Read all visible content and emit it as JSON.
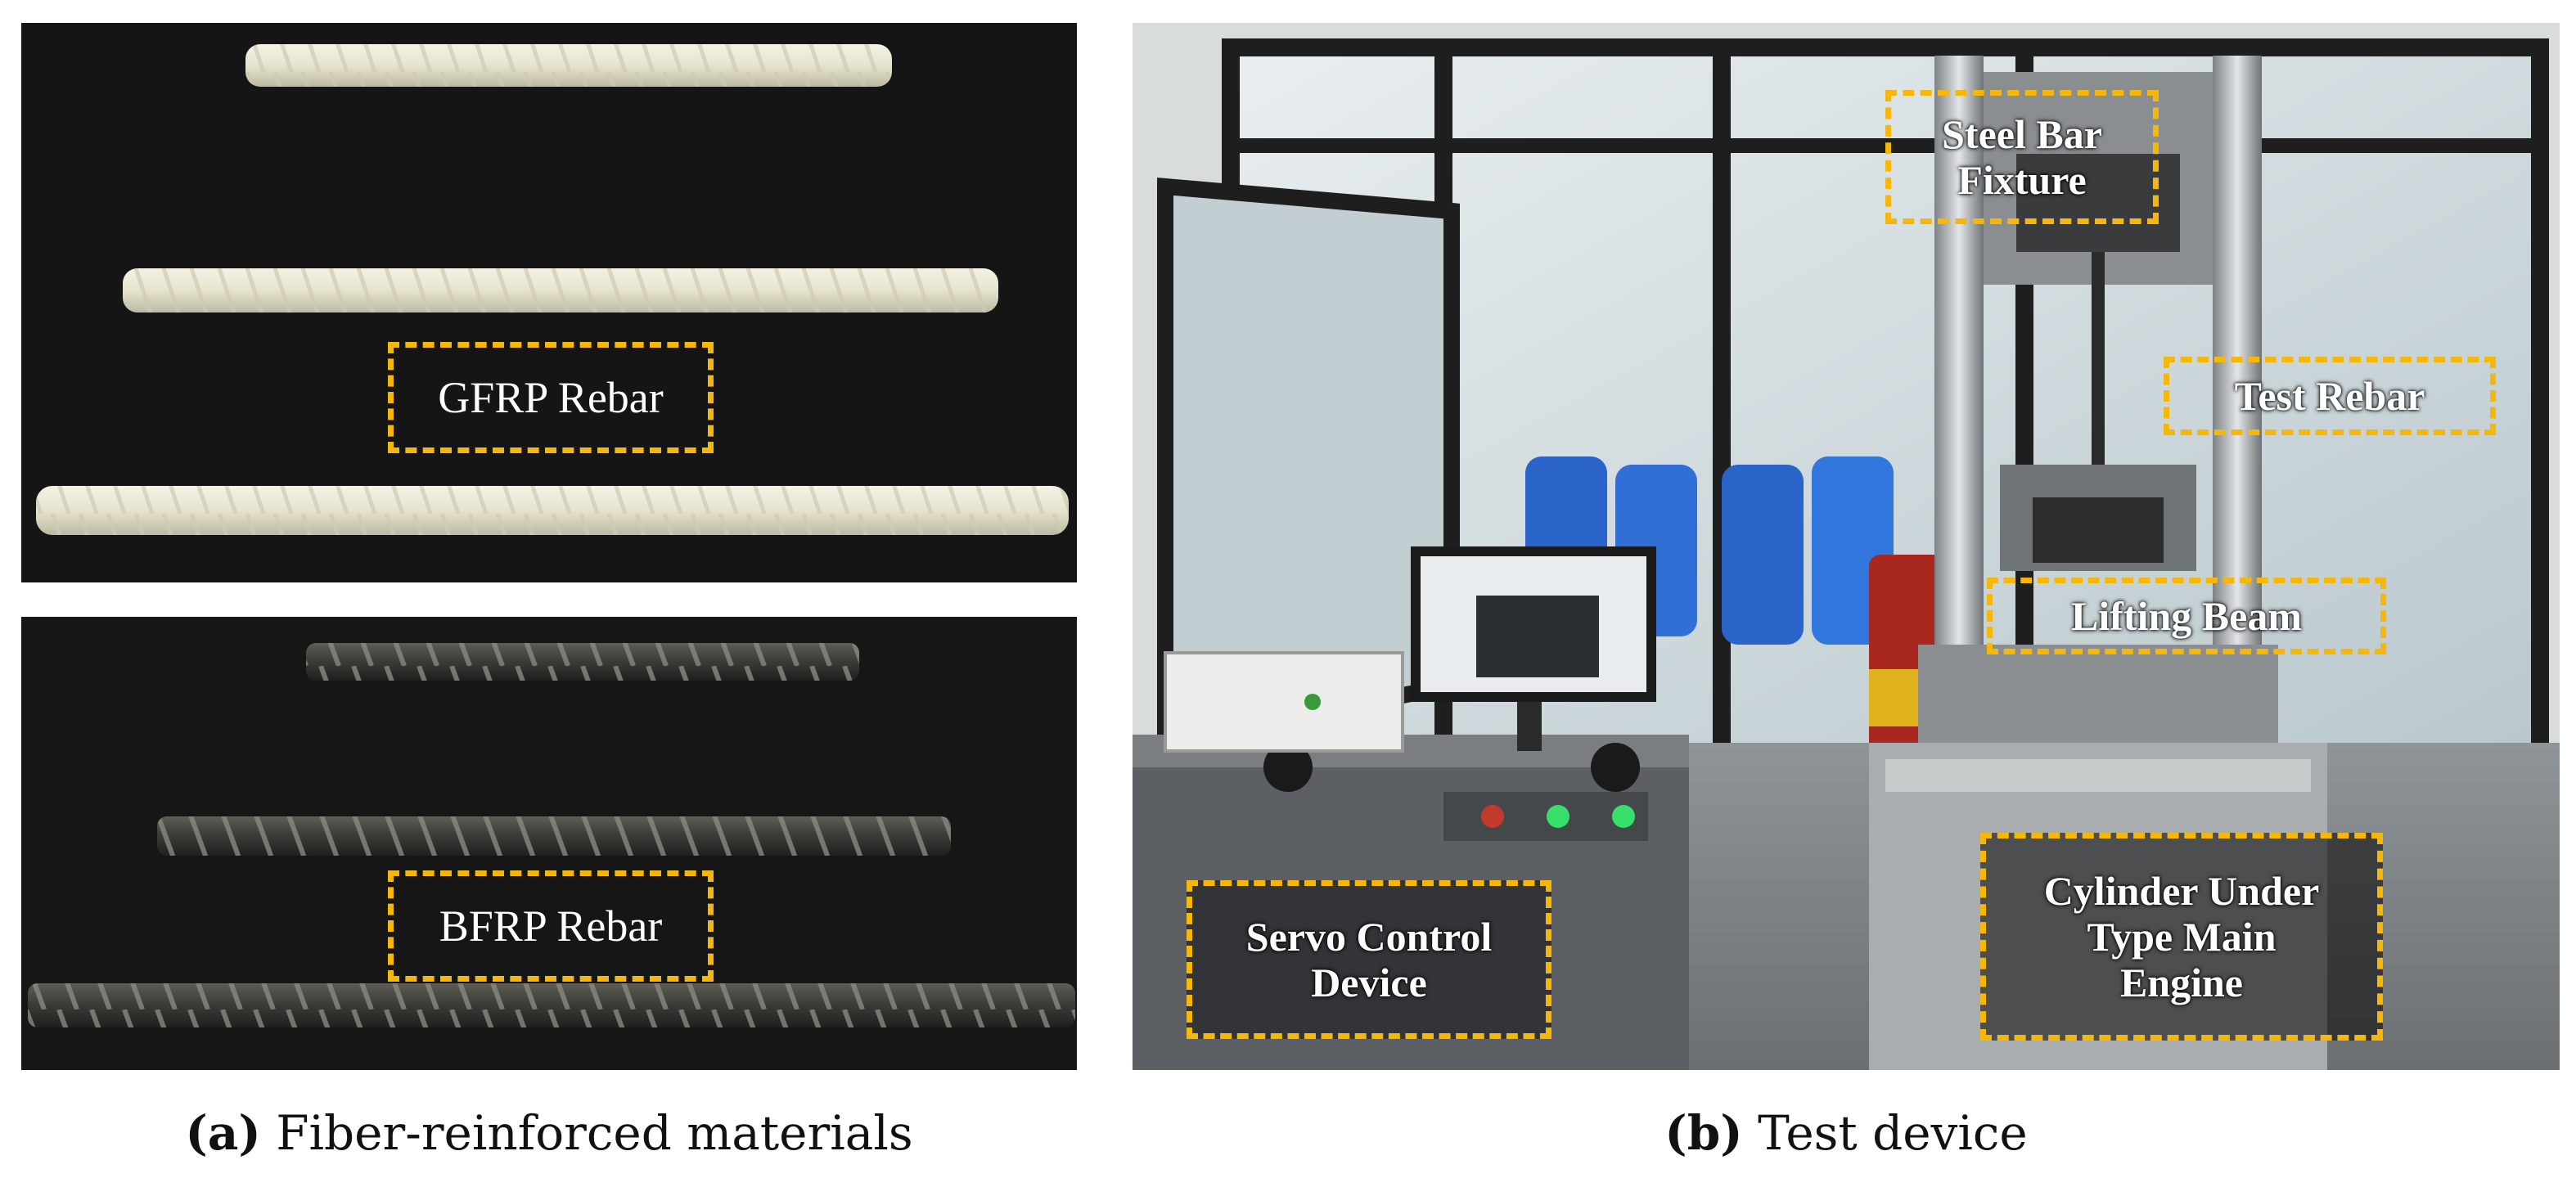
{
  "panel_a": {
    "top_label": "GFRP Rebar",
    "bottom_label": "BFRP Rebar",
    "caption_tag": "(a)",
    "caption_text": "Fiber-reinforced materials"
  },
  "panel_b": {
    "labels": {
      "steel_bar_fixture": "Steel Bar\nFixture",
      "test_rebar": "Test Rebar",
      "lifting_beam": "Lifting Beam",
      "cylinder_engine": "Cylinder Under\nType Main\nEngine",
      "servo_control": "Servo Control\nDevice"
    },
    "caption_tag": "(b)",
    "caption_text": "Test device"
  },
  "colors": {
    "callout_border": "#f5b70a",
    "background_dark": "#121212",
    "gfrp_rod": "#e6e3cf",
    "bfrp_rod": "#3a3a36"
  }
}
